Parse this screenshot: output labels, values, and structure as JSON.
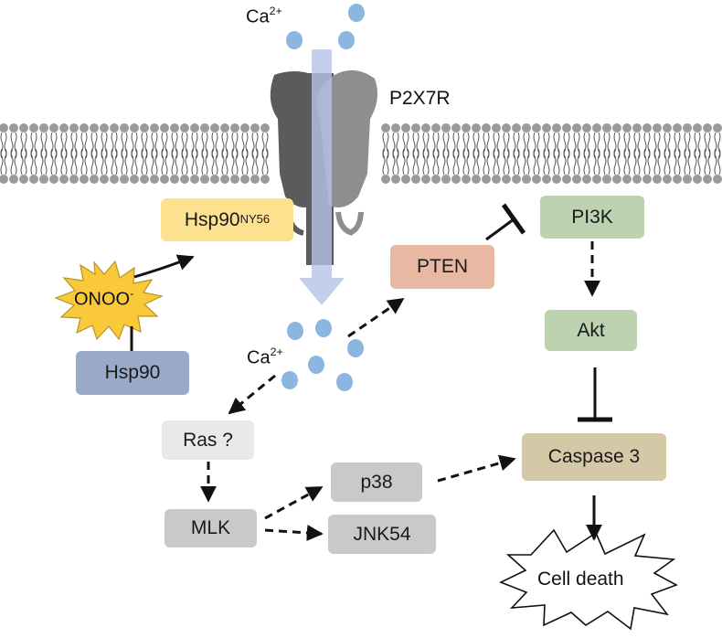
{
  "labels": {
    "ca_top": {
      "base": "Ca",
      "sup": "2+"
    },
    "ca_mid": {
      "base": "Ca",
      "sup": "2+"
    },
    "p2x7r": "P2X7R",
    "hsp90_nitrated": {
      "base": "Hsp90",
      "sup": "NY56"
    },
    "onoo": {
      "base": "ONOO",
      "sup": "-"
    },
    "hsp90": "Hsp90",
    "pten": "PTEN",
    "pi3k": "PI3K",
    "akt": "Akt",
    "ras": "Ras ?",
    "mlk": "MLK",
    "p38": "p38",
    "jnk54": "JNK54",
    "caspase3": "Caspase 3",
    "cell_death": "Cell death"
  },
  "colors": {
    "hsp90_nitrated": "#fde18f",
    "onoo_burst": "#f9c93a",
    "hsp90": "#99aac9",
    "pten": "#e9b8a2",
    "pi3k": "#bdd2b0",
    "akt": "#bdd2b0",
    "ras": "#e9e9e9",
    "mlk": "#c9c9c9",
    "p38": "#c9c9c9",
    "jnk54": "#c9c9c9",
    "caspase3": "#d4c8a7",
    "ion": "#8ab6e0",
    "channel_arrow": "#b7c3e6",
    "receptor_dark": "#5b5b5b",
    "receptor_light": "#8e8e8e",
    "lipid_head": "#9a9a9a"
  }
}
